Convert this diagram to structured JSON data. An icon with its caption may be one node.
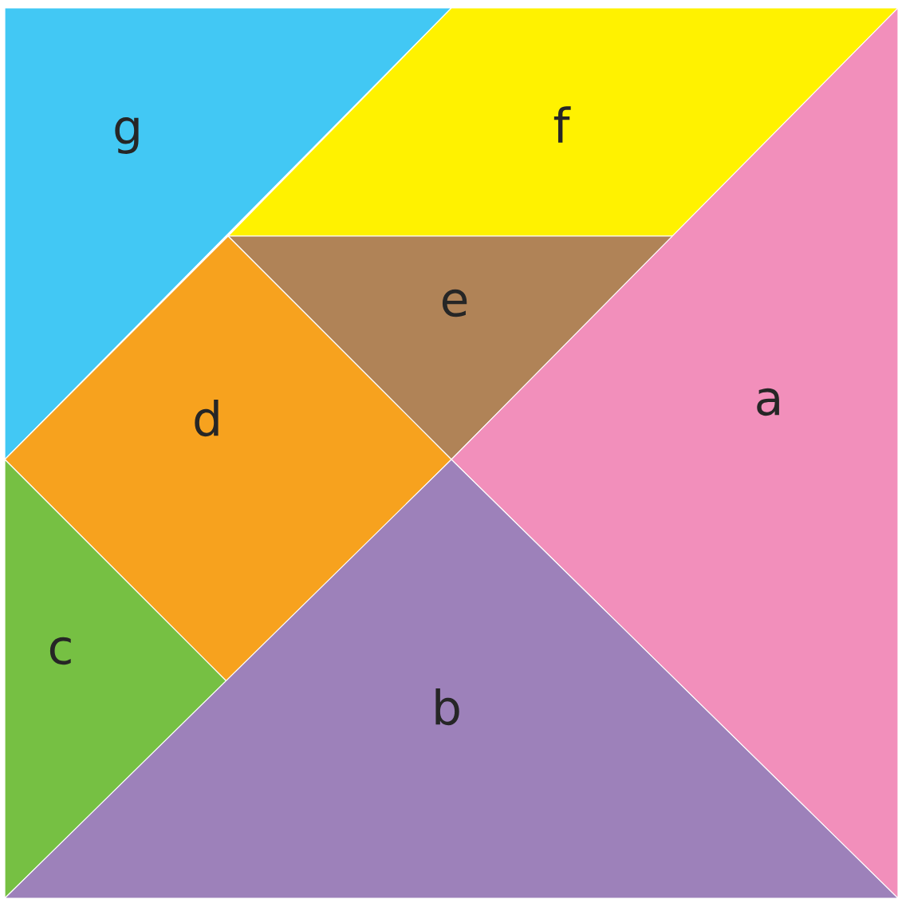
{
  "diagram": {
    "nodes": [
      {
        "text": [
          "g"
        ]
      },
      {
        "text": [
          "f"
        ]
      },
      {
        "text": [
          "e"
        ]
      },
      {
        "text": [
          "d"
        ]
      },
      {
        "text": [
          "a"
        ]
      },
      {
        "text": [
          "c"
        ]
      },
      {
        "text": [
          "b"
        ]
      }
    ]
  }
}
